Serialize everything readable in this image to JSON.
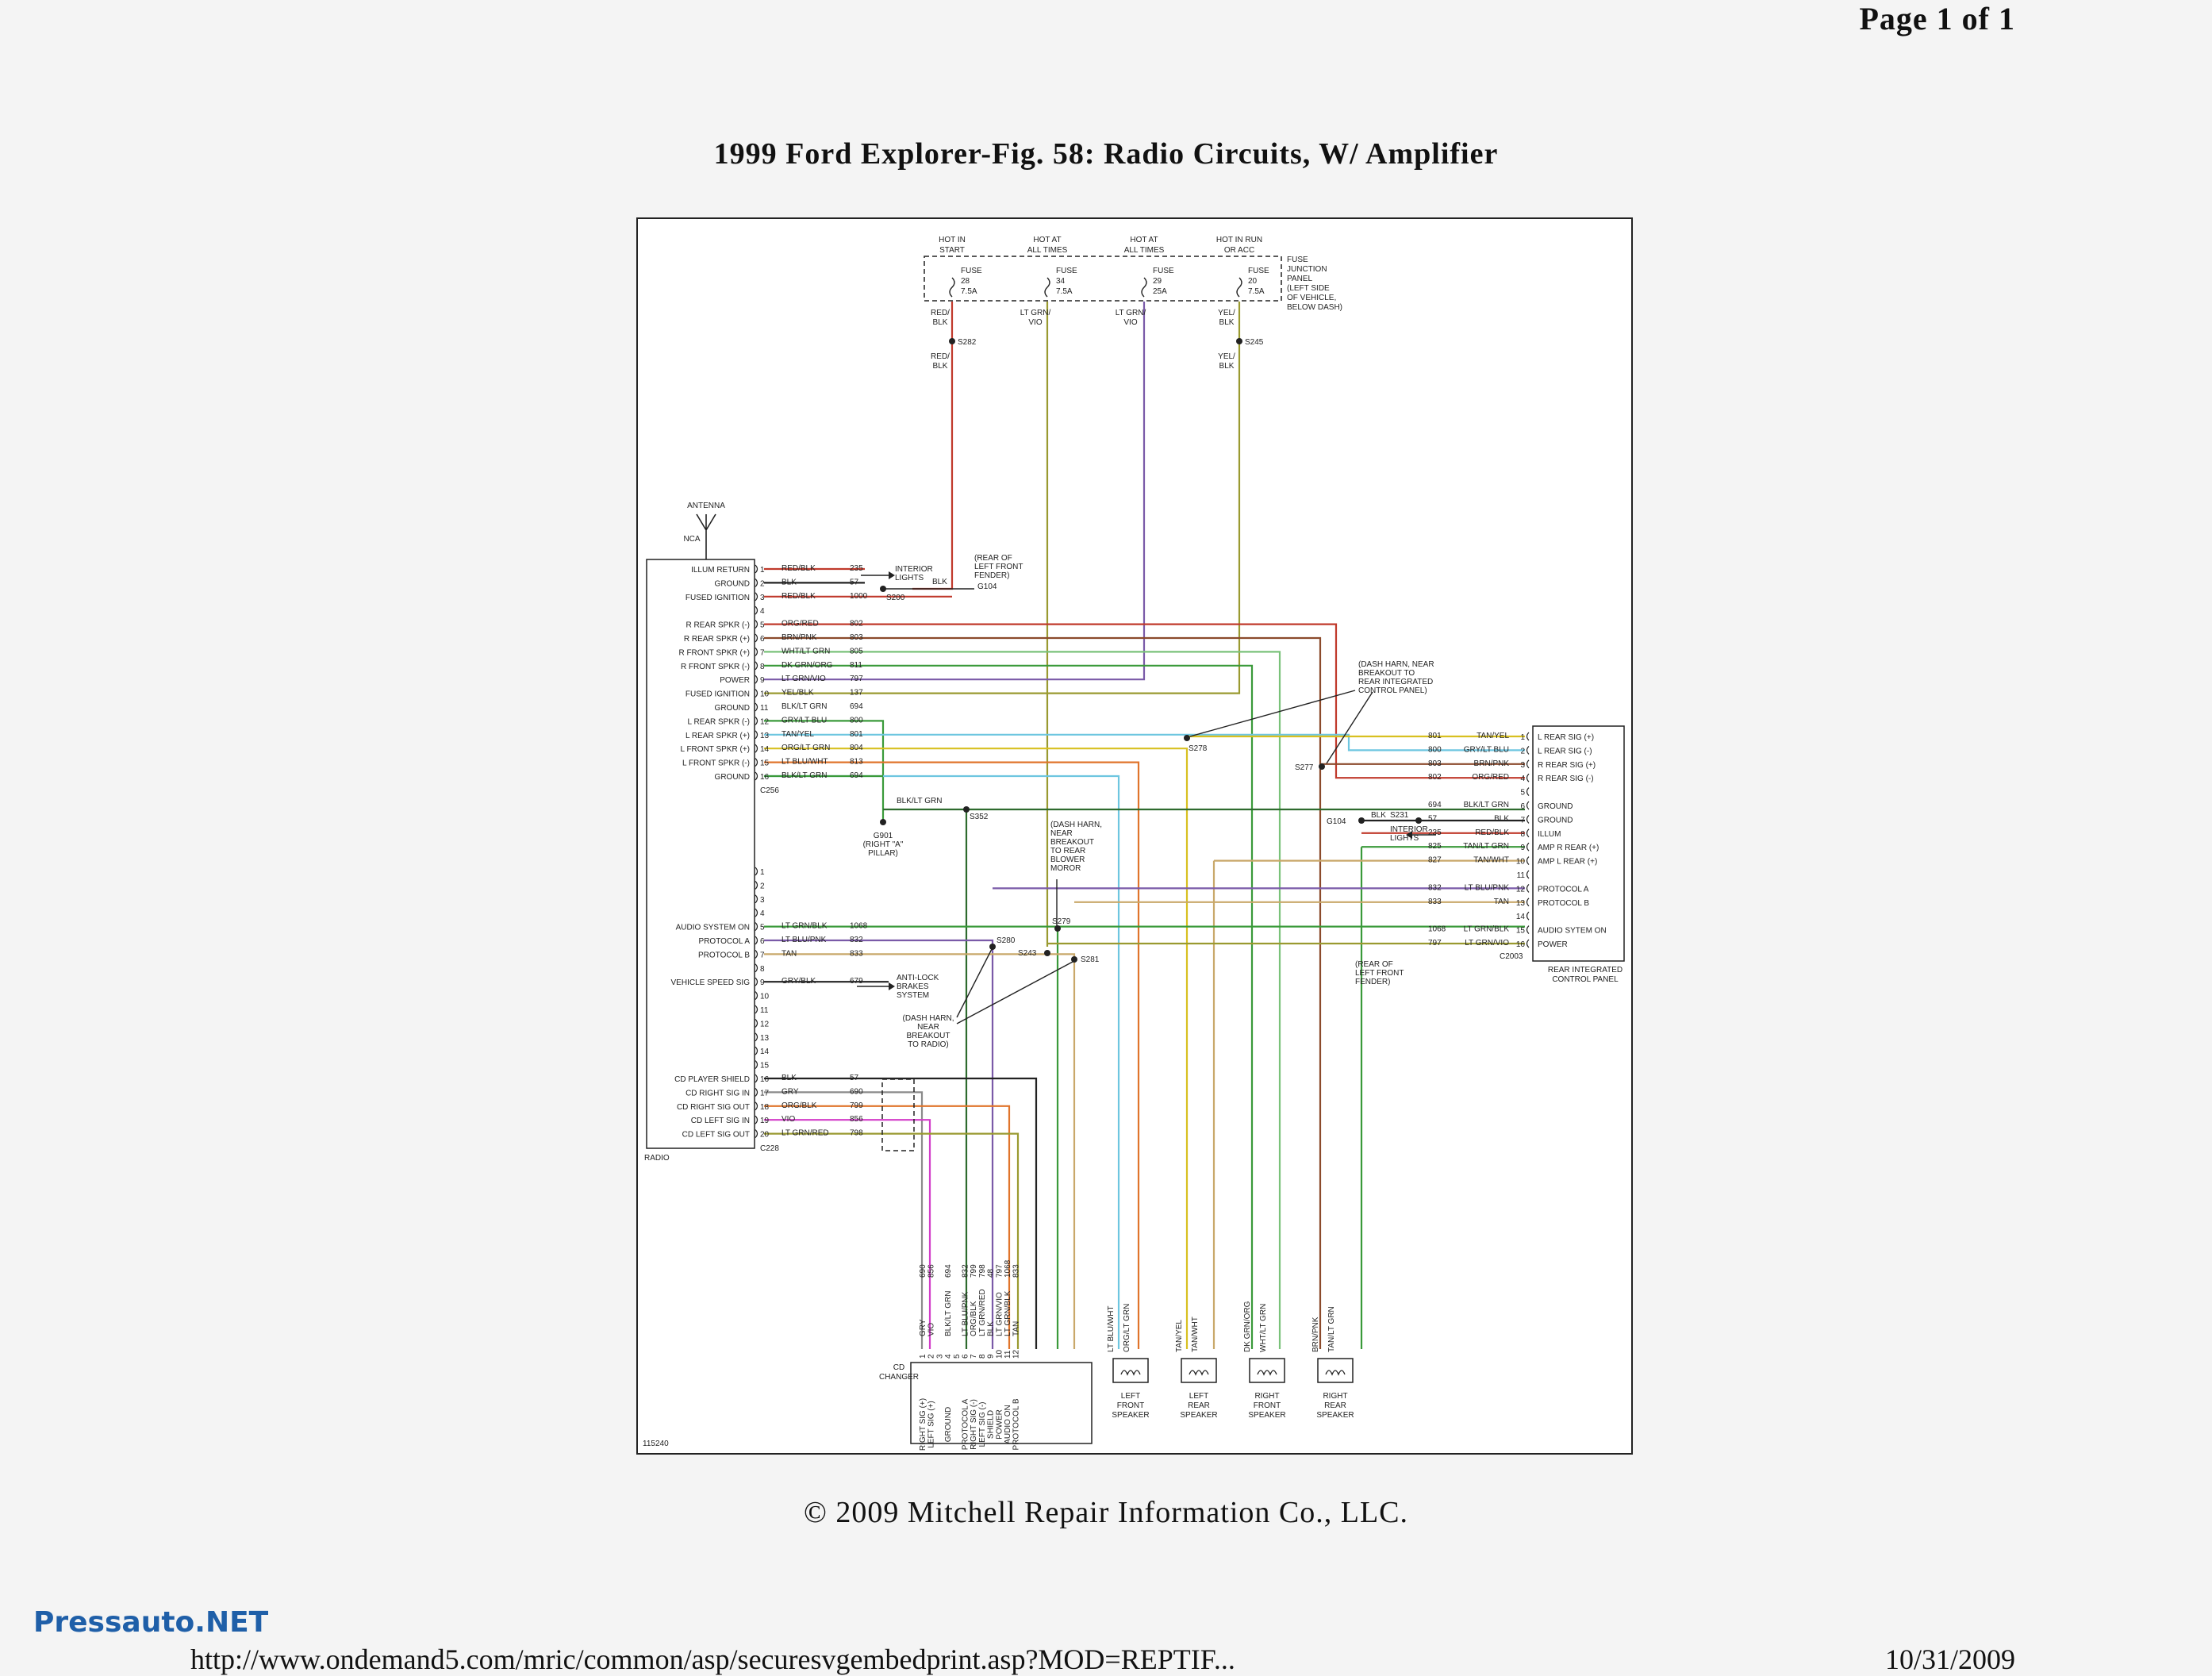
{
  "header": {
    "page": "Page 1 of 1"
  },
  "title": "1999 Ford Explorer-Fig. 58: Radio Circuits, W/ Amplifier",
  "copyright": "© 2009 Mitchell Repair Information Co., LLC.",
  "watermark": "Pressauto.NET",
  "footer": {
    "url": "http://www.ondemand5.com/mric/common/asp/securesvgembedprint.asp?MOD=REPTIF...",
    "date": "10/31/2009"
  },
  "figure_id": "115240",
  "fuse_panel": {
    "fuses": [
      {
        "hot": [
          "HOT IN",
          "START"
        ],
        "fuse": [
          "FUSE",
          "28",
          "7.5A"
        ]
      },
      {
        "hot": [
          "HOT AT",
          "ALL TIMES"
        ],
        "fuse": [
          "FUSE",
          "34",
          "7.5A"
        ]
      },
      {
        "hot": [
          "HOT AT",
          "ALL TIMES"
        ],
        "fuse": [
          "FUSE",
          "29",
          "25A"
        ]
      },
      {
        "hot": [
          "HOT IN RUN",
          "OR ACC"
        ],
        "fuse": [
          "FUSE",
          "20",
          "7.5A"
        ]
      }
    ],
    "label": [
      "FUSE",
      "JUNCTION",
      "PANEL",
      "(LEFT SIDE",
      "OF VEHICLE,",
      "BELOW DASH)"
    ],
    "wires": [
      "RED/",
      "BLK",
      "LT GRN/",
      "VIO",
      "LT GRN/",
      "VIO",
      "YEL/",
      "BLK"
    ],
    "splices": [
      "S282",
      "S245"
    ]
  },
  "antenna": {
    "label": "ANTENNA",
    "nca": "NCA"
  },
  "radio": {
    "name": "RADIO",
    "c256_label": "C256",
    "c228_label": "C228",
    "c256": [
      {
        "func": "ILLUM RETURN",
        "pin": "1",
        "color": "RED/BLK",
        "circuit": "235"
      },
      {
        "func": "GROUND",
        "pin": "2",
        "color": "BLK",
        "circuit": "57"
      },
      {
        "func": "FUSED IGNITION",
        "pin": "3",
        "color": "RED/BLK",
        "circuit": "1000"
      },
      {
        "func": "",
        "pin": "4",
        "color": "",
        "circuit": ""
      },
      {
        "func": "R REAR SPKR (-)",
        "pin": "5",
        "color": "ORG/RED",
        "circuit": "802"
      },
      {
        "func": "R REAR SPKR (+)",
        "pin": "6",
        "color": "BRN/PNK",
        "circuit": "803"
      },
      {
        "func": "R FRONT SPKR (+)",
        "pin": "7",
        "color": "WHT/LT GRN",
        "circuit": "805"
      },
      {
        "func": "R FRONT SPKR (-)",
        "pin": "8",
        "color": "DK GRN/ORG",
        "circuit": "811"
      },
      {
        "func": "POWER",
        "pin": "9",
        "color": "LT GRN/VIO",
        "circuit": "797"
      },
      {
        "func": "FUSED IGNITION",
        "pin": "10",
        "color": "YEL/BLK",
        "circuit": "137"
      },
      {
        "func": "GROUND",
        "pin": "11",
        "color": "BLK/LT GRN",
        "circuit": "694"
      },
      {
        "func": "L REAR SPKR (-)",
        "pin": "12",
        "color": "GRY/LT BLU",
        "circuit": "800"
      },
      {
        "func": "L REAR SPKR (+)",
        "pin": "13",
        "color": "TAN/YEL",
        "circuit": "801"
      },
      {
        "func": "L FRONT SPKR (+)",
        "pin": "14",
        "color": "ORG/LT GRN",
        "circuit": "804"
      },
      {
        "func": "L FRONT SPKR (-)",
        "pin": "15",
        "color": "LT BLU/WHT",
        "circuit": "813"
      },
      {
        "func": "GROUND",
        "pin": "16",
        "color": "BLK/LT GRN",
        "circuit": "694"
      }
    ],
    "c228": [
      {
        "func": "",
        "pin": "1",
        "color": "",
        "circuit": ""
      },
      {
        "func": "",
        "pin": "2",
        "color": "",
        "circuit": ""
      },
      {
        "func": "",
        "pin": "3",
        "color": "",
        "circuit": ""
      },
      {
        "func": "",
        "pin": "4",
        "color": "",
        "circuit": ""
      },
      {
        "func": "AUDIO SYSTEM ON",
        "pin": "5",
        "color": "LT GRN/BLK",
        "circuit": "1068"
      },
      {
        "func": "PROTOCOL A",
        "pin": "6",
        "color": "LT BLU/PNK",
        "circuit": "832"
      },
      {
        "func": "PROTOCOL B",
        "pin": "7",
        "color": "TAN",
        "circuit": "833"
      },
      {
        "func": "",
        "pin": "8",
        "color": "",
        "circuit": ""
      },
      {
        "func": "VEHICLE SPEED SIG",
        "pin": "9",
        "color": "GRY/BLK",
        "circuit": "679"
      },
      {
        "func": "",
        "pin": "10",
        "color": "",
        "circuit": ""
      },
      {
        "func": "",
        "pin": "11",
        "color": "",
        "circuit": ""
      },
      {
        "func": "",
        "pin": "12",
        "color": "",
        "circuit": ""
      },
      {
        "func": "",
        "pin": "13",
        "color": "",
        "circuit": ""
      },
      {
        "func": "",
        "pin": "14",
        "color": "",
        "circuit": ""
      },
      {
        "func": "",
        "pin": "15",
        "color": "",
        "circuit": ""
      },
      {
        "func": "CD PLAYER SHIELD",
        "pin": "16",
        "color": "BLK",
        "circuit": "57"
      },
      {
        "func": "CD RIGHT SIG IN",
        "pin": "17",
        "color": "GRY",
        "circuit": "690"
      },
      {
        "func": "CD RIGHT SIG OUT",
        "pin": "18",
        "color": "ORG/BLK",
        "circuit": "799"
      },
      {
        "func": "CD LEFT SIG IN",
        "pin": "19",
        "color": "VIO",
        "circuit": "856"
      },
      {
        "func": "CD LEFT SIG OUT",
        "pin": "20",
        "color": "LT GRN/RED",
        "circuit": "798"
      }
    ]
  },
  "rear_panel": {
    "name": [
      "REAR INTEGRATED",
      "CONTROL PANEL"
    ],
    "connector": "C2003",
    "pins": [
      {
        "pin": "1",
        "func": "L REAR SIG (+)",
        "color": "TAN/YEL",
        "circuit": "801"
      },
      {
        "pin": "2",
        "func": "L REAR SIG (-)",
        "color": "GRY/LT BLU",
        "circuit": "800"
      },
      {
        "pin": "3",
        "func": "R REAR SIG (+)",
        "color": "BRN/PNK",
        "circuit": "803"
      },
      {
        "pin": "4",
        "func": "R REAR SIG (-)",
        "color": "ORG/RED",
        "circuit": "802"
      },
      {
        "pin": "5",
        "func": "",
        "color": "",
        "circuit": ""
      },
      {
        "pin": "6",
        "func": "GROUND",
        "color": "BLK/LT GRN",
        "circuit": "694"
      },
      {
        "pin": "7",
        "func": "GROUND",
        "color": "BLK",
        "circuit": "57"
      },
      {
        "pin": "8",
        "func": "ILLUM",
        "color": "RED/BLK",
        "circuit": "235"
      },
      {
        "pin": "9",
        "func": "AMP R REAR (+)",
        "color": "TAN/LT GRN",
        "circuit": "825"
      },
      {
        "pin": "10",
        "func": "AMP L REAR (+)",
        "color": "TAN/WHT",
        "circuit": "827"
      },
      {
        "pin": "11",
        "func": "",
        "color": "",
        "circuit": ""
      },
      {
        "pin": "12",
        "func": "PROTOCOL A",
        "color": "LT BLU/PNK",
        "circuit": "832"
      },
      {
        "pin": "13",
        "func": "PROTOCOL B",
        "color": "TAN",
        "circuit": "833"
      },
      {
        "pin": "14",
        "func": "",
        "color": "",
        "circuit": ""
      },
      {
        "pin": "15",
        "func": "AUDIO SYTEM ON",
        "color": "LT GRN/BLK",
        "circuit": "1068"
      },
      {
        "pin": "16",
        "func": "POWER",
        "color": "LT GRN/VIO",
        "circuit": "797"
      }
    ]
  },
  "notes": {
    "interior_lights": [
      "INTERIOR",
      "LIGHTS"
    ],
    "blk": "BLK",
    "s200": "S200",
    "g104": "G104",
    "rear_lf_fender": [
      "(REAR OF",
      "LEFT FRONT",
      "FENDER)"
    ],
    "dash_harn_rear": [
      "(DASH HARN, NEAR",
      "BREAKOUT TO",
      "REAR INTEGRATED",
      "CONTROL PANEL)"
    ],
    "s278": "S278",
    "s277": "S277",
    "g901": [
      "G901",
      "(RIGHT \"A\"",
      "PILLAR)"
    ],
    "blk_lt_grn": "BLK/LT GRN",
    "s352": "S352",
    "dash_harn_blower": [
      "(DASH HARN,",
      "NEAR",
      "BREAKOUT",
      "TO REAR",
      "BLOWER",
      "MOROR"
    ],
    "s279": "S279",
    "s280": "S280",
    "s243": "S243",
    "s281": "S281",
    "anti_lock": [
      "ANTI-LOCK",
      "BRAKES",
      "SYSTEM"
    ],
    "dash_harn_radio": [
      "(DASH HARN,",
      "NEAR",
      "BREAKOUT",
      "TO RADIO)"
    ],
    "g104b": "G104",
    "s231": "S231",
    "blk2": "BLK",
    "interior_lights2": [
      "INTERIOR",
      "LIGHTS"
    ],
    "rear_lf_fender2": [
      "(REAR OF",
      "LEFT FRONT",
      "FENDER)"
    ]
  },
  "cd_changer": {
    "name": [
      "CD",
      "CHANGER"
    ],
    "pins": [
      {
        "pin": "1",
        "func": "RIGHT SIG (+)",
        "color": "GRY",
        "circuit": "690"
      },
      {
        "pin": "2",
        "func": "LEFT SIG (+)",
        "color": "VIO",
        "circuit": "856"
      },
      {
        "pin": "3",
        "func": "",
        "color": "",
        "circuit": ""
      },
      {
        "pin": "4",
        "func": "GROUND",
        "color": "BLK/LT GRN",
        "circuit": "694"
      },
      {
        "pin": "5",
        "func": "",
        "color": "",
        "circuit": ""
      },
      {
        "pin": "6",
        "func": "PROTOCOL A",
        "color": "LT BLU/PNK",
        "circuit": "832"
      },
      {
        "pin": "7",
        "func": "RIGHT SIG (-)",
        "color": "ORG/BLK",
        "circuit": "799"
      },
      {
        "pin": "8",
        "func": "LEFT SIG (-)",
        "color": "LT GRN/RED",
        "circuit": "798"
      },
      {
        "pin": "9",
        "func": "SHIELD",
        "color": "BLK",
        "circuit": "48"
      },
      {
        "pin": "10",
        "func": "POWER",
        "color": "LT GRN/VIO",
        "circuit": "797"
      },
      {
        "pin": "11",
        "func": "AUDIO ON",
        "color": "LT GRN/BLK",
        "circuit": "1068"
      },
      {
        "pin": "12",
        "func": "PROTOCOL B",
        "color": "TAN",
        "circuit": "833"
      }
    ]
  },
  "speakers": [
    {
      "name": [
        "LEFT",
        "FRONT",
        "SPEAKER"
      ],
      "wires": [
        "LT BLU/WHT",
        "ORG/LT GRN"
      ]
    },
    {
      "name": [
        "LEFT",
        "REAR",
        "SPEAKER"
      ],
      "wires": [
        "TAN/YEL",
        "TAN/WHT"
      ]
    },
    {
      "name": [
        "RIGHT",
        "FRONT",
        "SPEAKER"
      ],
      "wires": [
        "DK GRN/ORG",
        "WHT/LT GRN"
      ]
    },
    {
      "name": [
        "RIGHT",
        "REAR",
        "SPEAKER"
      ],
      "wires": [
        "BRN/PNK",
        "TAN/LT GRN"
      ]
    }
  ],
  "wire_colors": {
    "red": "#c0392b",
    "brown": "#8b4a2b",
    "orange": "#e0742b",
    "gray": "#8a8a8a",
    "green": "#3a9a3a",
    "ltgreen": "#7ac27a",
    "violet": "#7a5aa8",
    "yellow": "#d8c020",
    "tan": "#c9a86a",
    "ltblue": "#6ec6e0",
    "dkgreen": "#2e6b2e",
    "magenta": "#d23cc8",
    "olive": "#9a9a30",
    "black": "#222222"
  }
}
